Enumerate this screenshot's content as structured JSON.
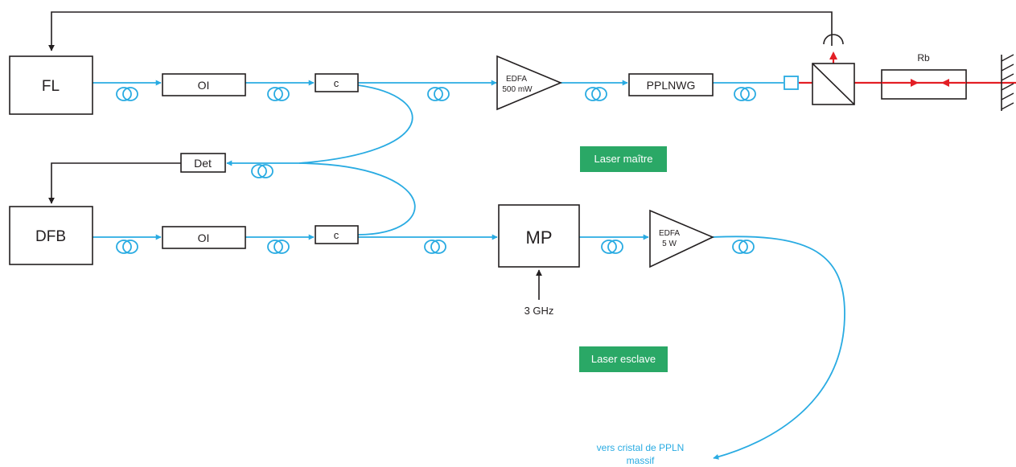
{
  "blocks": {
    "fl": "FL",
    "dfb": "DFB",
    "oi_top": "OI",
    "oi_bottom": "OI",
    "coupler_top": "c",
    "coupler_bottom": "c",
    "det": "Det",
    "mp": "MP",
    "pplnwg": "PPLNWG",
    "rb": "Rb"
  },
  "amplifiers": {
    "top": {
      "line1": "EDFA",
      "line2": "500 mW"
    },
    "bottom": {
      "line1": "EDFA",
      "line2": "5 W"
    }
  },
  "labels": {
    "rf_source": "3 GHz",
    "output_line1": "vers cristal de PPLN",
    "output_line2": "massif"
  },
  "badges": {
    "master": "Laser maître",
    "slave": "Laser esclave"
  },
  "colors": {
    "fiber": "#29abe2",
    "laser_beam": "#e31e24",
    "badge": "#2aa866",
    "line": "#231f20"
  }
}
